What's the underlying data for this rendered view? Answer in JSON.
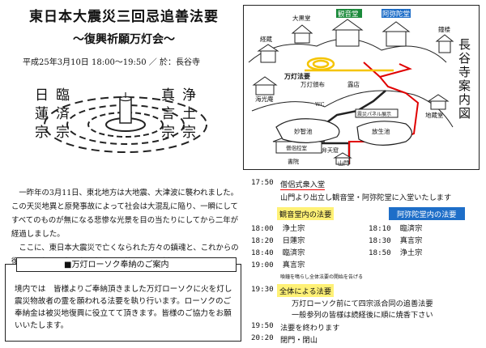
{
  "header": {
    "title": "東日本大震災三回忌追善法要",
    "subtitle": "～復興祈願万灯会～",
    "dateline": "平成25年3月10日 18:00～19:50 ／ 於：長谷寺"
  },
  "sects": [
    {
      "name": "日蓮宗"
    },
    {
      "name": "臨済宗"
    },
    {
      "name": "真言宗"
    },
    {
      "name": "浄土宗"
    }
  ],
  "intro": {
    "para1": "一昨年の3月11日、東北地方は大地震、大津波に襲われました。この天災地異と原発事故によって社会は大混乱に陥り、一瞬にしてすべてのものが無になる悲惨な光景を目の当たりにしてから二年が経過しました。",
    "para2": "ここに、東日本大震災で亡くなられた方々の鎮魂と、これからの復興を万灯の一灯一灯に託して、皆でともに祈りましょう。"
  },
  "notice": {
    "title": "■万灯ローソク奉納のご案内",
    "body": "境内では　皆様よりご奉納頂きました万灯ローソクに火を灯し震災物故者の霊を願われる法要を執り行います。ローソクのご奉納金は被災地復興に役立てて頂きます。皆様のご協力をお願いいたします。"
  },
  "map": {
    "title": "長谷寺案内図",
    "labels": {
      "daikokudo": "大黒堂",
      "kannondo": "観音堂",
      "amidado": "阿弥陀堂",
      "kyozo": "経蔵",
      "shoro": "鐘楼",
      "mantoho": "万灯法要",
      "mantomanpu": "万灯頒布",
      "kaikodo": "海光庵",
      "roten": "露店",
      "wc": "WC",
      "jizodo": "地蔵堂",
      "panel": "震災パネル展示",
      "myochi": "妙智池",
      "hoshoike": "放生池",
      "shoshiin": "僧侶控室",
      "shoshinroom": "書院",
      "sanmon": "山門",
      "benzaiten": "弁天窟"
    },
    "colors": {
      "label_green": "#1a8a3a",
      "path_red": "#e00000",
      "path_yellow": "#f5c400"
    }
  },
  "schedule": {
    "row1": {
      "time": "17:50",
      "label": "僧侶式衆入堂"
    },
    "row1_note": "山門より出立し観音堂・阿弥陀堂に入堂いたします",
    "header_left": "観音堂内の法要",
    "header_right": "阿弥陀堂内の法要",
    "left_items": [
      {
        "time": "18:00",
        "label": "浄土宗"
      },
      {
        "time": "18:20",
        "label": "日蓮宗"
      },
      {
        "time": "18:40",
        "label": "臨済宗"
      },
      {
        "time": "19:00",
        "label": "真言宗"
      }
    ],
    "right_items": [
      {
        "time": "18:10",
        "label": "臨済宗"
      },
      {
        "time": "18:30",
        "label": "真言宗"
      },
      {
        "time": "18:50",
        "label": "浄土宗"
      }
    ],
    "bell_note": "喚鐘を鳴らし全体法要の開始を告げる",
    "row_all": {
      "time": "19:30",
      "label": "全体による法要"
    },
    "row_all_note1": "万灯ローソク前にて四宗派合同の追善法要",
    "row_all_note2": "一般参列の皆様は読経後に順に焼香下さい",
    "row_end": {
      "time": "19:50",
      "label": "法要を終わります"
    },
    "row_close": {
      "time": "20:20",
      "label": "閉門・閉山"
    }
  },
  "colors": {
    "accent_blue": "#1e6ec8",
    "accent_yellow": "#fff176",
    "red": "#e00000"
  }
}
